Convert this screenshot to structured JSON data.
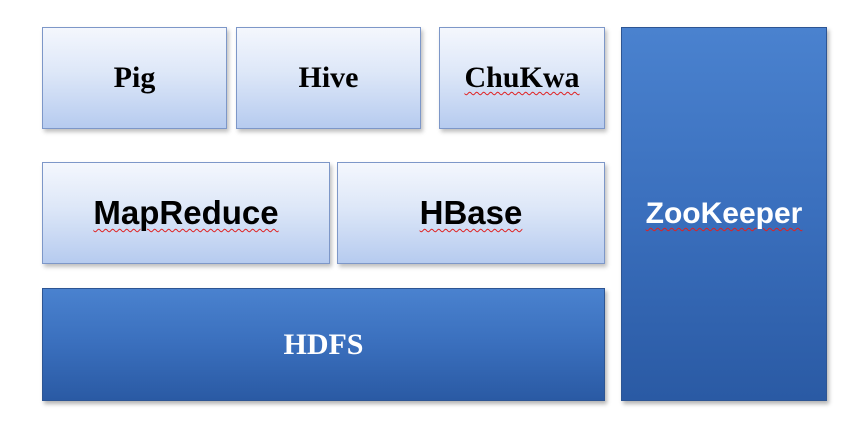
{
  "diagram": {
    "blocks": {
      "pig": "Pig",
      "hive": "Hive",
      "chukwa": "ChuKwa",
      "mapreduce": "MapReduce",
      "hbase": "HBase",
      "hdfs": "HDFS",
      "zookeeper": "ZooKeeper"
    },
    "colors": {
      "light_box_top": "#f4f7fd",
      "light_box_bottom": "#b6cbef",
      "dark_box_top": "#4a82cf",
      "dark_box_bottom": "#2a5aa4",
      "spellcheck_underline": "#e02020"
    }
  }
}
